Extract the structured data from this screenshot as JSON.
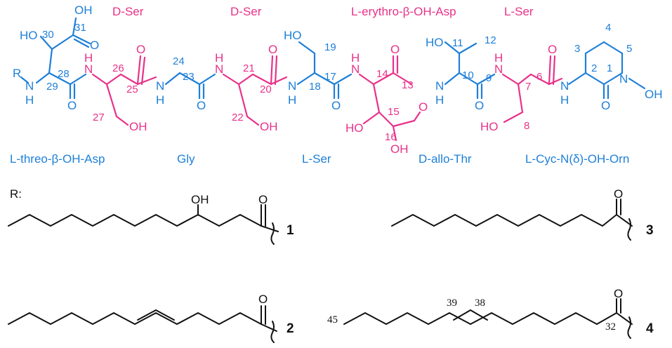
{
  "residues": {
    "l_threo_oh_asp": "L-threo-β-OH-Asp",
    "d_ser_1": "D-Ser",
    "gly": "Gly",
    "d_ser_2": "D-Ser",
    "l_ser_1": "L-Ser",
    "l_erythro_oh_asp": "L-erythro-β-OH-Asp",
    "d_allo_thr": "D-allo-Thr",
    "l_ser_2": "L-Ser",
    "l_cyc_orn": "L-Cyc-N(δ)-OH-Orn"
  },
  "atoms": {
    "oh": "OH",
    "ho": "HO",
    "o": "O",
    "n": "N",
    "h": "H",
    "r": "R"
  },
  "numbers": {
    "n1": "1",
    "n2": "2",
    "n3": "3",
    "n4": "4",
    "n5": "5",
    "n6": "6",
    "n7": "7",
    "n8": "8",
    "n9": "9",
    "n10": "10",
    "n11": "11",
    "n12": "12",
    "n13": "13",
    "n14": "14",
    "n15": "15",
    "n16": "16",
    "n17": "17",
    "n18": "18",
    "n19": "19",
    "n20": "20",
    "n21": "21",
    "n22": "22",
    "n23": "23",
    "n24": "24",
    "n25": "25",
    "n26": "26",
    "n27": "27",
    "n28": "28",
    "n29": "29",
    "n30": "30",
    "n31": "31",
    "n32": "32",
    "n38": "38",
    "n39": "39",
    "n45": "45"
  },
  "r_label": "R:",
  "compounds": {
    "c1": "1",
    "c2": "2",
    "c3": "3",
    "c4": "4"
  },
  "colors": {
    "blue": "#1e7fd8",
    "pink": "#e8328a",
    "black": "#111111"
  }
}
